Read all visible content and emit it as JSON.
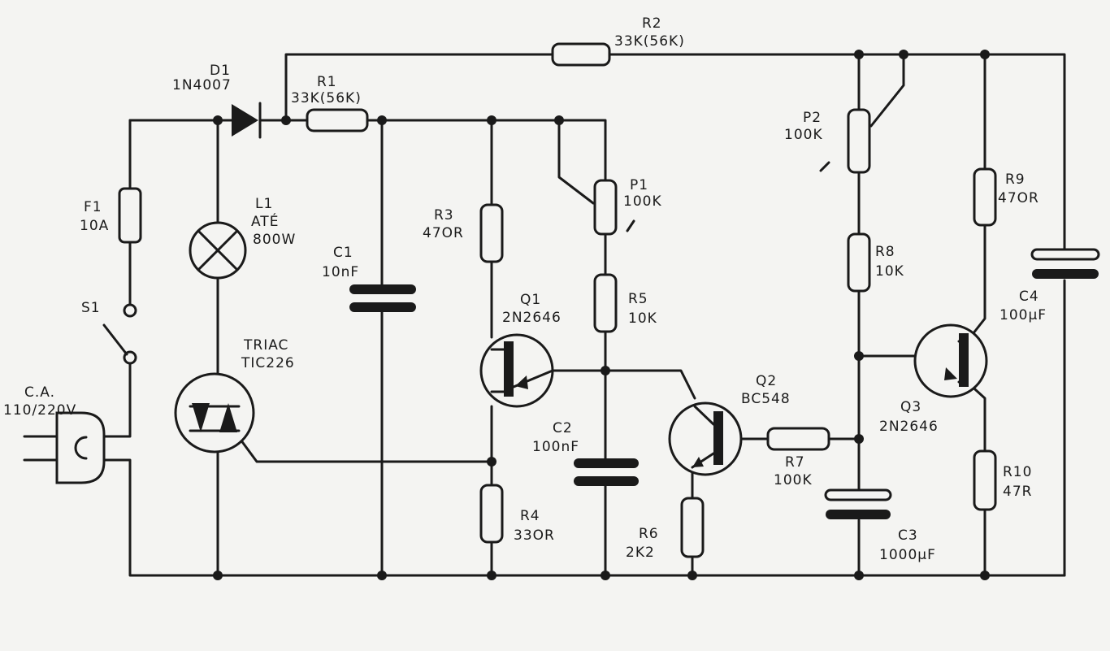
{
  "components": {
    "r2": {
      "ref": "R2",
      "value": "33K(56K)"
    },
    "d1": {
      "ref": "D1",
      "value": "1N4007"
    },
    "r1": {
      "ref": "R1",
      "value": "33K(56K)"
    },
    "p2": {
      "ref": "P2",
      "value": "100K"
    },
    "f1": {
      "ref": "F1",
      "value": "10A"
    },
    "l1": {
      "ref": "L1",
      "value": "ATÉ",
      "value2": "800W"
    },
    "p1": {
      "ref": "P1",
      "value": "100K"
    },
    "r9": {
      "ref": "R9",
      "value": "47OR"
    },
    "r3": {
      "ref": "R3",
      "value": "47OR"
    },
    "c1": {
      "ref": "C1",
      "value": "10nF"
    },
    "r8": {
      "ref": "R8",
      "value": "10K"
    },
    "s1": {
      "ref": "S1"
    },
    "r5": {
      "ref": "R5",
      "value": "10K"
    },
    "q1": {
      "ref": "Q1",
      "value": "2N2646"
    },
    "c4": {
      "ref": "C4",
      "value": "100µF"
    },
    "triac": {
      "ref": "TRIAC",
      "value": "TIC226"
    },
    "ca": {
      "ref": "C.A.",
      "value": "110/220V"
    },
    "q2": {
      "ref": "Q2",
      "value": "BC548"
    },
    "q3": {
      "ref": "Q3",
      "value": "2N2646"
    },
    "c2": {
      "ref": "C2",
      "value": "100nF"
    },
    "r7": {
      "ref": "R7",
      "value": "100K"
    },
    "r10": {
      "ref": "R10",
      "value": "47R"
    },
    "r4": {
      "ref": "R4",
      "value": "33OR"
    },
    "r6": {
      "ref": "R6",
      "value": "2K2"
    },
    "c3": {
      "ref": "C3",
      "value": "1000µF"
    }
  }
}
